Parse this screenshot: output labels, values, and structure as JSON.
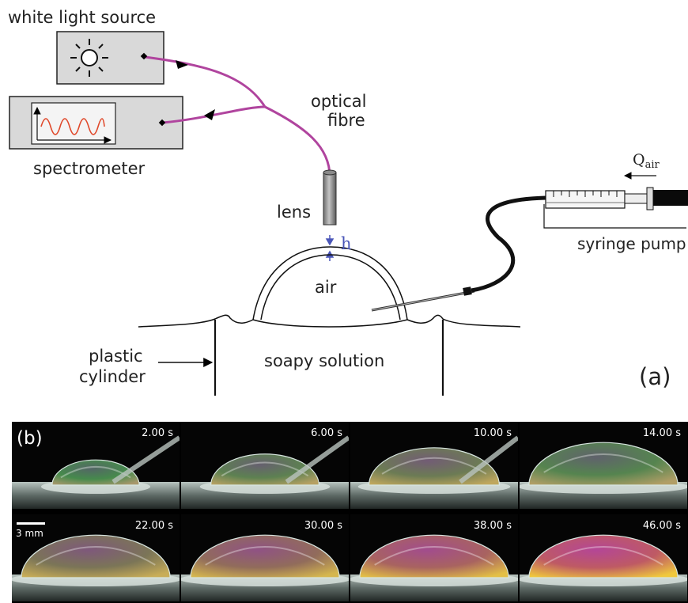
{
  "panel_a": {
    "label": "(a)",
    "white_light_source": "white light source",
    "spectrometer": "spectrometer",
    "optical_fibre_line1": "optical",
    "optical_fibre_line2": "fibre",
    "lens": "lens",
    "gap": "h",
    "air": "air",
    "q_air": "Q",
    "q_air_sub": "air",
    "syringe_pump": "syringe pump",
    "plastic_cylinder_line1": "plastic",
    "plastic_cylinder_line2": "cylinder",
    "soapy_solution": "soapy solution"
  },
  "panel_b": {
    "label": "(b)",
    "scale_bar": "3 mm",
    "frames": [
      {
        "time": "2.00 s",
        "size": 0.45,
        "iridescence": 0.2
      },
      {
        "time": "6.00 s",
        "size": 0.62,
        "iridescence": 0.35
      },
      {
        "time": "10.00 s",
        "size": 0.8,
        "iridescence": 0.45
      },
      {
        "time": "14.00 s",
        "size": 0.95,
        "iridescence": 0.3
      },
      {
        "time": "22.00 s",
        "size": 0.95,
        "iridescence": 0.55
      },
      {
        "time": "30.00 s",
        "size": 0.95,
        "iridescence": 0.7
      },
      {
        "time": "38.00 s",
        "size": 0.95,
        "iridescence": 0.85
      },
      {
        "time": "46.00 s",
        "size": 0.95,
        "iridescence": 1.0
      }
    ]
  },
  "colors": {
    "fibre": "#b0449e",
    "gap_marker": "#4a56b8",
    "spectrum": "#e0482a",
    "box_fill": "#d9d9d9"
  }
}
